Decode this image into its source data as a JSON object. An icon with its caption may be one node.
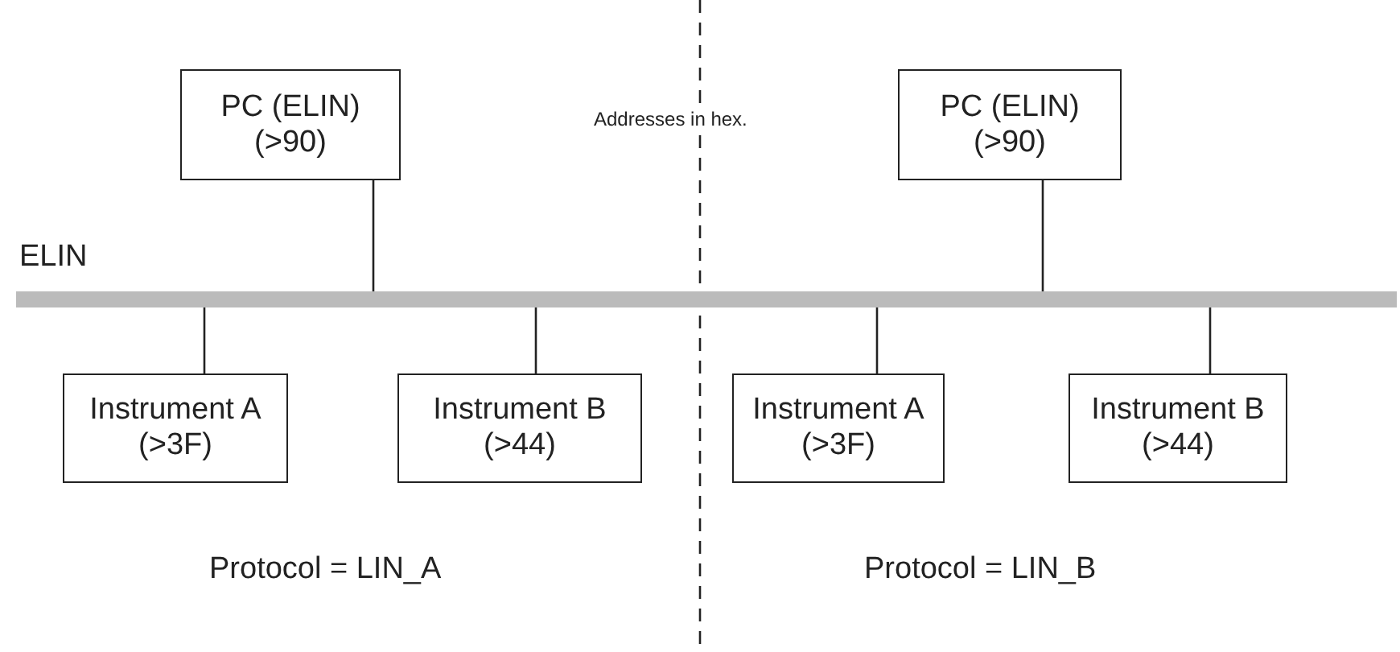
{
  "diagram": {
    "nodes": [
      {
        "text": [
          "PC (ELIN) (>90)"
        ]
      },
      {
        "text": [
          "PC (ELIN) (>90)"
        ]
      },
      {
        "text": [
          "ELIN"
        ]
      },
      {
        "text": [
          "Instrument A (>3F)"
        ]
      },
      {
        "text": [
          "Instrument B (>44)"
        ]
      },
      {
        "text": [
          "Instrument A (>3F)"
        ]
      },
      {
        "text": [
          "Instrument B (>44)"
        ]
      }
    ],
    "edges": [
      {
        "from": 0,
        "to": 2,
        "arrow": "none"
      },
      {
        "from": 1,
        "to": 2,
        "arrow": "none"
      },
      {
        "from": 3,
        "to": 2,
        "arrow": "none"
      },
      {
        "from": 4,
        "to": 2,
        "arrow": "none"
      },
      {
        "from": 5,
        "to": 2,
        "arrow": "none"
      },
      {
        "from": 6,
        "to": 2,
        "arrow": "none"
      }
    ],
    "labels": [
      "Addresses in hex.",
      "Protocol = LIN_A",
      "Protocol = LIN_B"
    ]
  }
}
